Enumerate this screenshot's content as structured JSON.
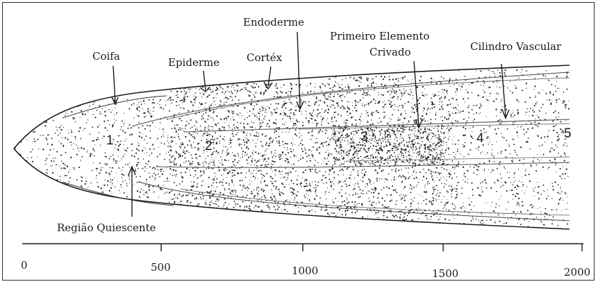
{
  "labels": {
    "coifa": "Coifa",
    "epiderme": "Epiderme",
    "cortex": "Cortéx",
    "endoderme": "Endoderme",
    "primeiro_line1": "Primeiro Elemento",
    "primeiro_line2": "Crivado",
    "cilindro": "Cilindro Vascular",
    "quiescente": "Região Quiescente"
  },
  "zones": [
    "1",
    "2",
    "3",
    "4",
    "5"
  ],
  "axis": {
    "ticks": [
      "0",
      "500",
      "1000",
      "1500",
      "2000"
    ]
  }
}
